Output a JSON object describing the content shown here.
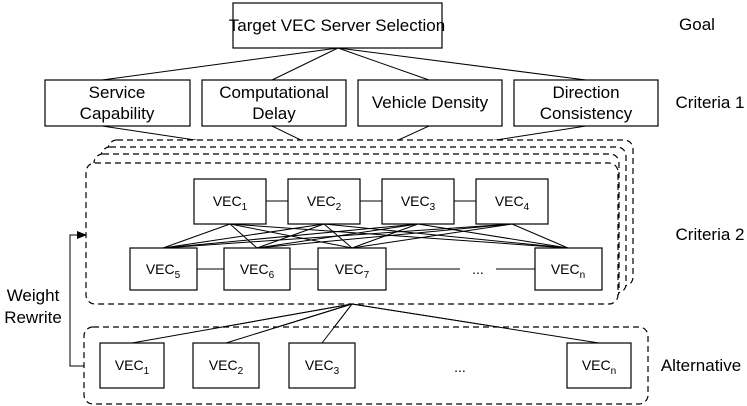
{
  "goal": {
    "text": "Target VEC Server Selection",
    "label": "Goal"
  },
  "criteria1": {
    "label": "Criteria 1",
    "items": [
      {
        "line1": "Service",
        "line2": "Capability"
      },
      {
        "line1": "Computational",
        "line2": "Delay"
      },
      {
        "line1": "Vehicle Density",
        "line2": ""
      },
      {
        "line1": "Direction",
        "line2": "Consistency"
      }
    ]
  },
  "criteria2": {
    "label": "Criteria 2",
    "row1": [
      {
        "base": "VEC",
        "sub": "1"
      },
      {
        "base": "VEC",
        "sub": "2"
      },
      {
        "base": "VEC",
        "sub": "3"
      },
      {
        "base": "VEC",
        "sub": "4"
      }
    ],
    "row2": [
      {
        "base": "VEC",
        "sub": "5"
      },
      {
        "base": "VEC",
        "sub": "6"
      },
      {
        "base": "VEC",
        "sub": "7"
      },
      {
        "base": "VEC",
        "sub": "n"
      }
    ],
    "ellipsis": "..."
  },
  "alternative": {
    "label": "Alternative",
    "items": [
      {
        "base": "VEC",
        "sub": "1"
      },
      {
        "base": "VEC",
        "sub": "2"
      },
      {
        "base": "VEC",
        "sub": "3"
      },
      {
        "base": "VEC",
        "sub": "n"
      }
    ],
    "ellipsis": "..."
  },
  "feedback": {
    "line1": "Weight",
    "line2": "Rewrite"
  }
}
